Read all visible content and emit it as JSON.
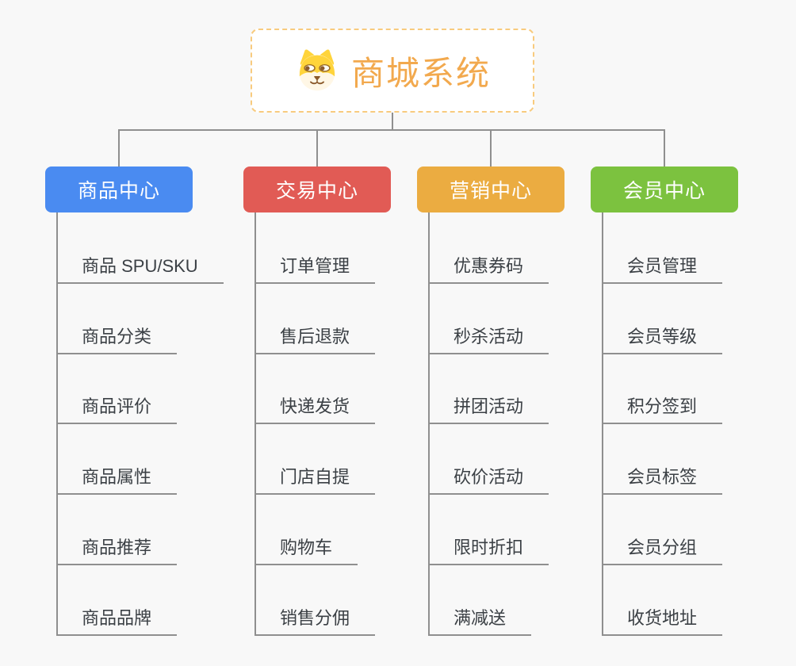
{
  "canvas": {
    "background": "#f8f8f8",
    "connector_color": "#8f8f8f"
  },
  "root": {
    "label": "商城系统",
    "icon": "dog-face-icon",
    "text_color": "#f2a94e",
    "border_color": "#f8cb7e",
    "background": "#ffffff"
  },
  "branches": [
    {
      "label": "商品中心",
      "color": "#4a8bf1",
      "children": [
        "商品 SPU/SKU",
        "商品分类",
        "商品评价",
        "商品属性",
        "商品推荐",
        "商品品牌"
      ]
    },
    {
      "label": "交易中心",
      "color": "#e15b55",
      "children": [
        "订单管理",
        "售后退款",
        "快递发货",
        "门店自提",
        "购物车",
        "销售分佣"
      ]
    },
    {
      "label": "营销中心",
      "color": "#ebac41",
      "children": [
        "优惠券码",
        "秒杀活动",
        "拼团活动",
        "砍价活动",
        "限时折扣",
        "满减送"
      ]
    },
    {
      "label": "会员中心",
      "color": "#7cc23f",
      "children": [
        "会员管理",
        "会员等级",
        "积分签到",
        "会员标签",
        "会员分组",
        "收货地址"
      ]
    }
  ]
}
